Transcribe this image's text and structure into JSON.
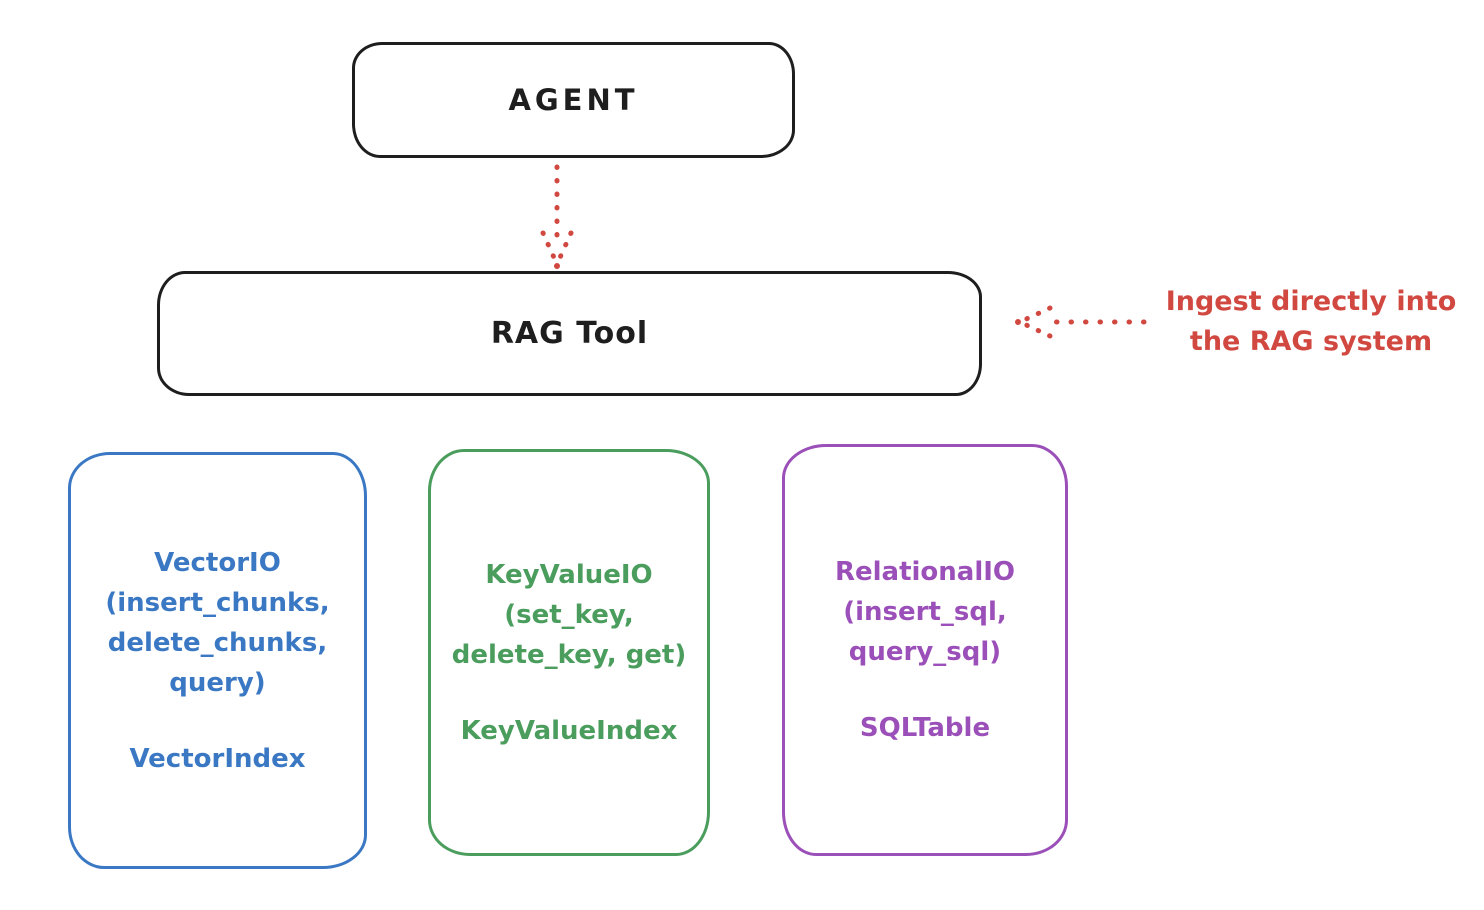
{
  "colors": {
    "ink": "#1e1e1e",
    "red": "#d14841",
    "blue": "#3b78c4",
    "green": "#4a9d5c",
    "purple": "#9b4fb8",
    "background": "#ffffff"
  },
  "nodes": {
    "agent": {
      "label": "AGENT"
    },
    "rag_tool": {
      "label": "RAG Tool"
    },
    "vector_io": {
      "lines": [
        "VectorIO",
        "(insert_chunks,",
        "delete_chunks,",
        "query)"
      ],
      "index_label": "VectorIndex"
    },
    "key_value_io": {
      "lines": [
        "KeyValueIO",
        "(set_key,",
        "delete_key, get)"
      ],
      "index_label": "KeyValueIndex"
    },
    "relational_io": {
      "lines": [
        "RelationalIO",
        "(insert_sql,",
        "query_sql)"
      ],
      "index_label": "SQLTable"
    }
  },
  "annotation": {
    "lines": [
      "Ingest directly into",
      "the RAG system"
    ]
  }
}
